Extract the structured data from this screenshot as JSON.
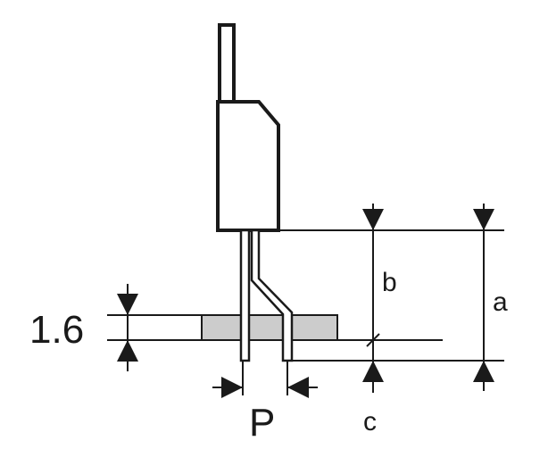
{
  "labels": {
    "thickness": "1.6",
    "b": "b",
    "a": "a",
    "c": "c",
    "pitch": "P"
  },
  "colors": {
    "line": "#1a1a1a",
    "board_fill": "#cccccc",
    "background": "#ffffff"
  }
}
